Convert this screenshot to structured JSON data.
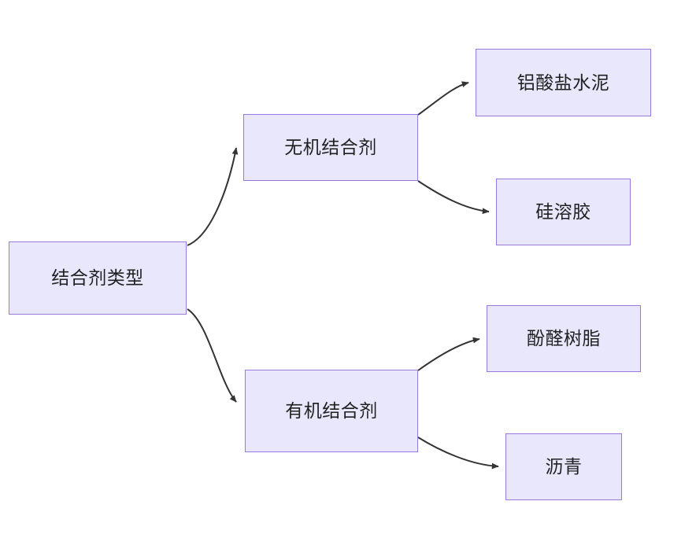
{
  "diagram": {
    "title": "结合剂类型",
    "type": "flowchart",
    "direction": "left-to-right",
    "colors": {
      "node_fill": "#e8e7fb",
      "node_border": "#9a78e0",
      "node_text": "#1f2020",
      "edge_stroke": "#333333",
      "background": "#ffffff"
    },
    "nodes": [
      {
        "id": "root",
        "label": "结合剂类型",
        "level": 0
      },
      {
        "id": "inorganic",
        "label": "无机结合剂",
        "level": 1
      },
      {
        "id": "organic",
        "label": "有机结合剂",
        "level": 1
      },
      {
        "id": "aluminate",
        "label": "铝酸盐水泥",
        "level": 2
      },
      {
        "id": "silicasol",
        "label": "硅溶胶",
        "level": 2
      },
      {
        "id": "phenolic",
        "label": "酚醛树脂",
        "level": 2
      },
      {
        "id": "asphalt",
        "label": "沥青",
        "level": 2
      }
    ],
    "edges": [
      {
        "from": "root",
        "to": "inorganic",
        "label": ""
      },
      {
        "from": "root",
        "to": "organic",
        "label": ""
      },
      {
        "from": "inorganic",
        "to": "aluminate",
        "label": ""
      },
      {
        "from": "inorganic",
        "to": "silicasol",
        "label": ""
      },
      {
        "from": "organic",
        "to": "phenolic",
        "label": ""
      },
      {
        "from": "organic",
        "to": "asphalt",
        "label": ""
      }
    ]
  }
}
